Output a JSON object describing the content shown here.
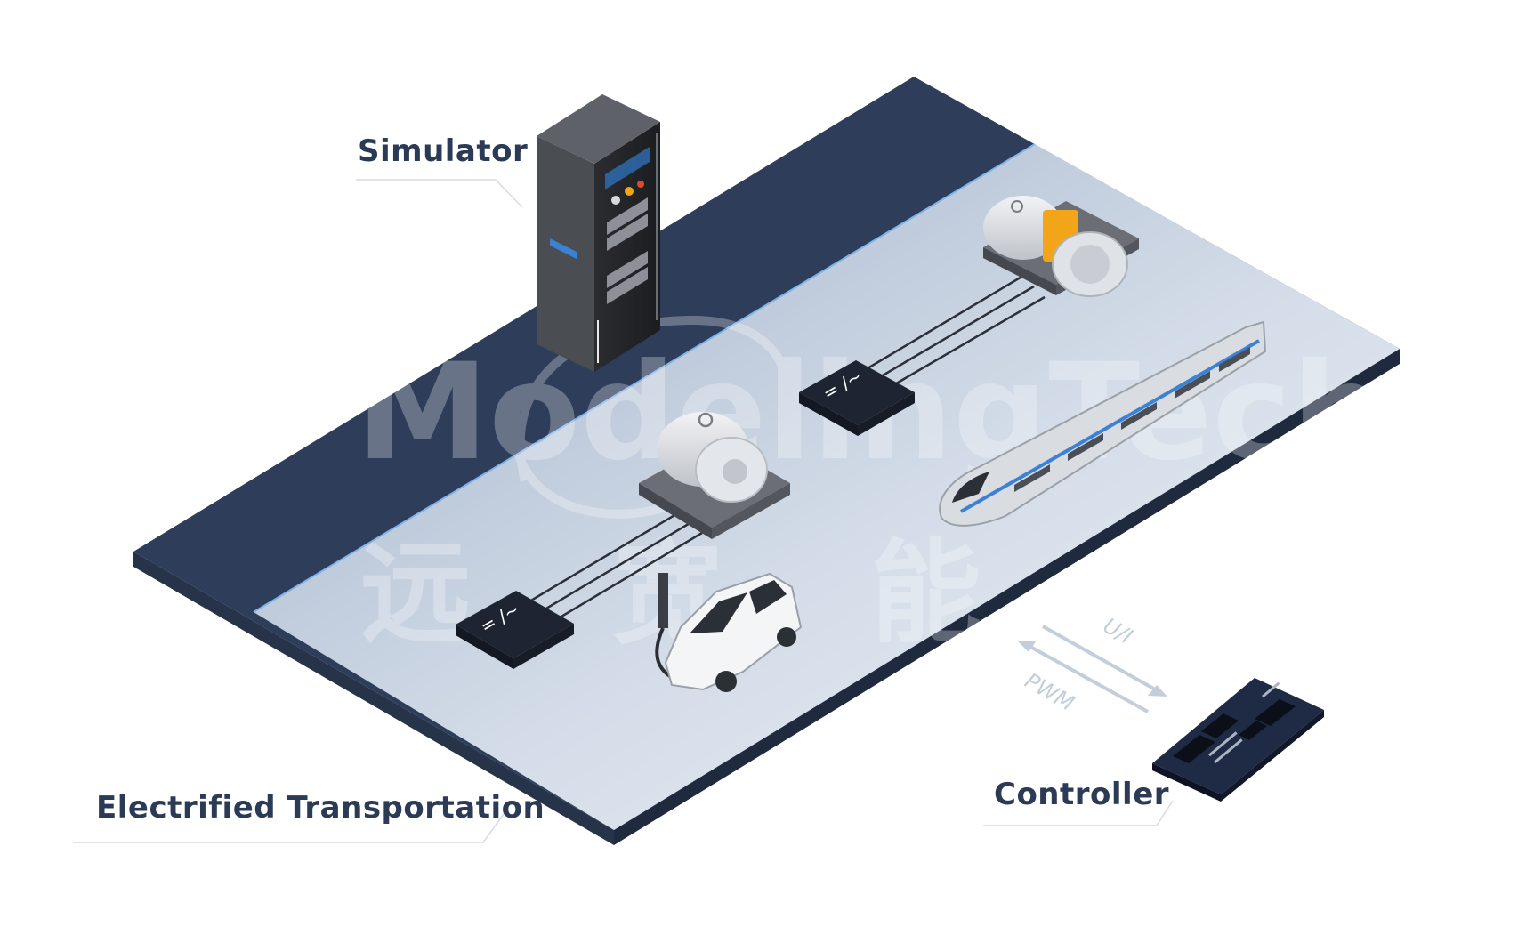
{
  "labels": {
    "simulator": "Simulator",
    "transportation": "Electrified Transportation",
    "controller": "Controller"
  },
  "signals": {
    "upper": "U/I",
    "lower": "PWM"
  },
  "watermark": {
    "brand": "ModelingTech",
    "cn_1": "远",
    "cn_2": "宽",
    "cn_3": "能"
  },
  "colors": {
    "platform_dark": "#2e3d5a",
    "platform_light": "#c9d4e3",
    "label_text": "#2b3a55",
    "cabinet": "#4a4d52",
    "accent_orange": "#f3a51a",
    "arrow": "#c3cedd"
  },
  "icons": {
    "cabinet": "server-rack-icon",
    "motor": "electric-motor-icon",
    "converter": "dc-ac-converter-icon",
    "car": "electric-car-icon",
    "train": "high-speed-train-icon",
    "board": "circuit-board-icon"
  }
}
